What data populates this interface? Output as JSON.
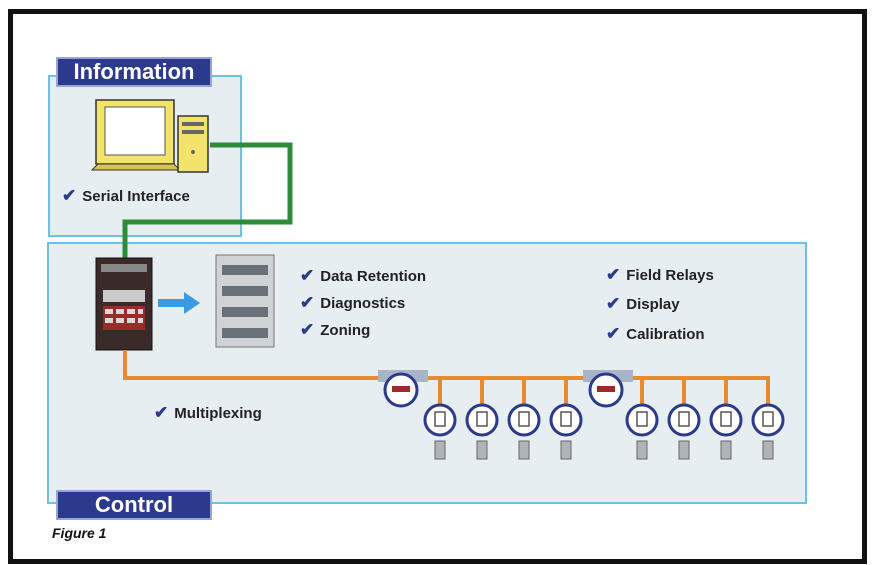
{
  "information": {
    "title": "Information",
    "serial_interface": "Serial Interface"
  },
  "control": {
    "title": "Control",
    "features_left": [
      "Data Retention",
      "Diagnostics",
      "Zoning"
    ],
    "features_right": [
      "Field Relays",
      "Display",
      "Calibration"
    ],
    "multiplexing": "Multiplexing"
  },
  "figure_caption": "Figure 1",
  "icons": {
    "check": "check-icon",
    "computer": "computer-icon",
    "controller": "controller-unit-icon",
    "relay_panel": "relay-panel-icon",
    "arrow": "arrow-right-icon",
    "multiplexer": "multiplexer-icon",
    "sensor": "gas-sensor-icon"
  },
  "colors": {
    "panel_border": "#6cc2e4",
    "panel_fill": "#e6eef2",
    "title_fill": "#2b3a8c",
    "serial_line": "#2e8b3a",
    "bus_line": "#e88a2e",
    "arrow": "#3a9be0"
  }
}
